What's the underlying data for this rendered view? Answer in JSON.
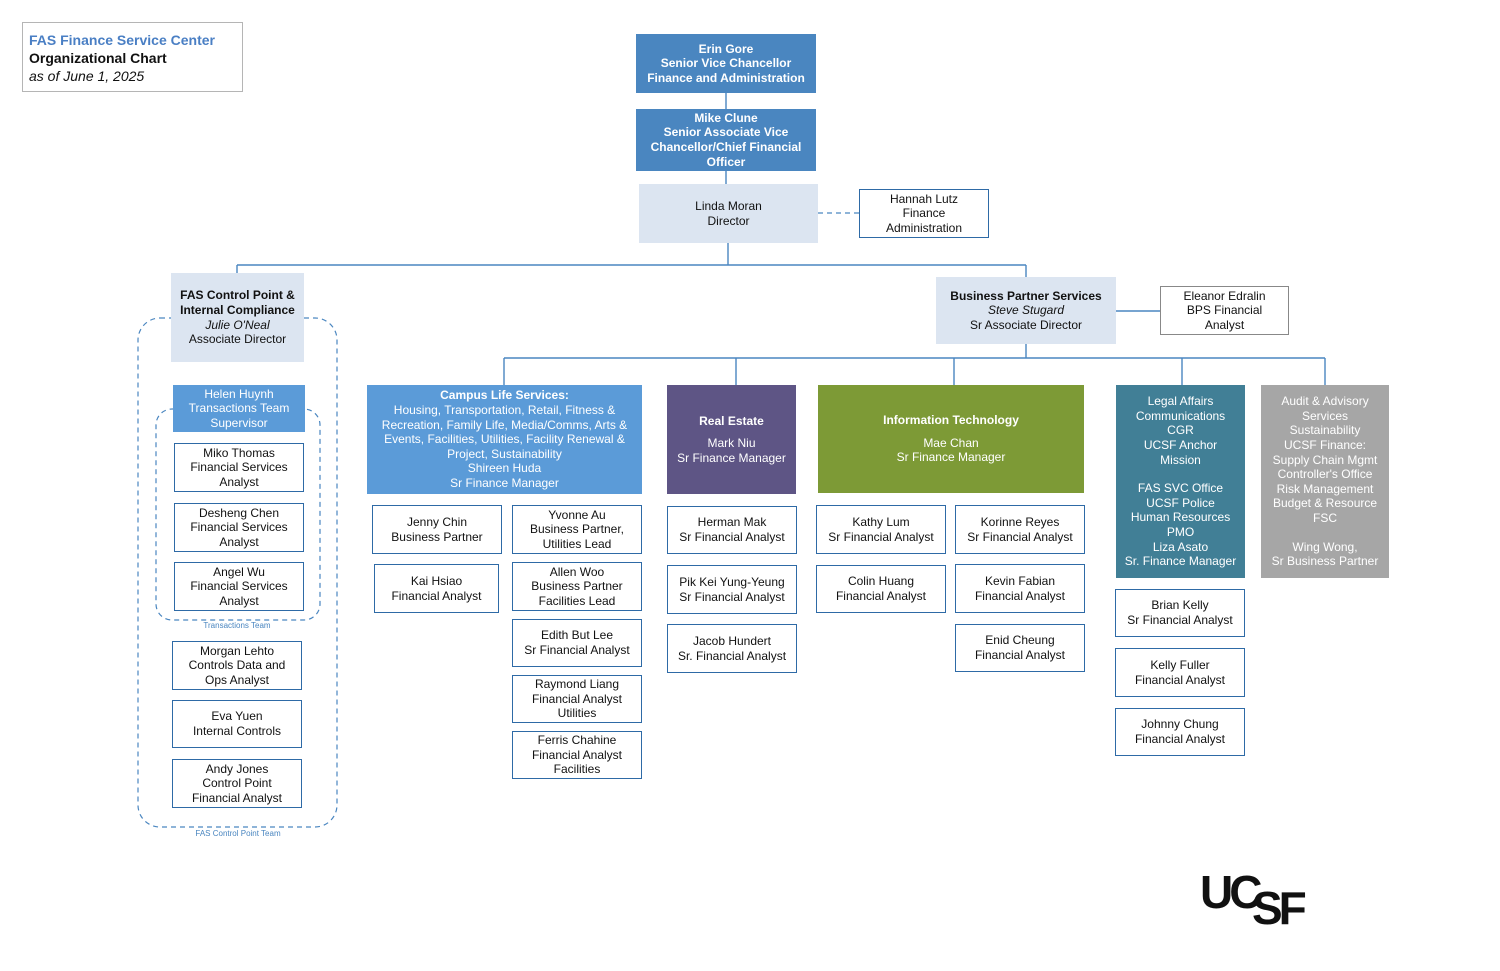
{
  "header": {
    "line1": "FAS Finance Service Center",
    "line2": "Organizational Chart",
    "line3": "as of June 1, 2025"
  },
  "colors": {
    "exec_blue": "#4a86c0",
    "pale_blue": "#dce5f1",
    "campus_blue": "#5b9bd8",
    "real_estate_purple": "#5e5585",
    "it_green": "#7d9a36",
    "legal_teal": "#417f96",
    "audit_gray": "#a6a6a6",
    "connector": "#4a86c0"
  },
  "exec": {
    "svc": [
      "Erin Gore",
      "Senior Vice Chancellor",
      "Finance and Administration"
    ],
    "cfo": [
      "Mike Clune",
      "Senior Associate Vice",
      "Chancellor/Chief Financial",
      "Officer"
    ],
    "director": [
      "Linda Moran",
      "Director"
    ],
    "admin": [
      "Hannah Lutz",
      "Finance",
      "Administration"
    ]
  },
  "control": {
    "head": [
      "FAS Control Point &",
      "Internal Compliance",
      "Julie O'Neal",
      "Associate Director"
    ],
    "supervisor": [
      "Helen Huynh",
      "Transactions Team",
      "Supervisor"
    ],
    "transactions": [
      [
        "Miko Thomas",
        "Financial Services",
        "Analyst"
      ],
      [
        "Desheng Chen",
        "Financial Services",
        "Analyst"
      ],
      [
        "Angel Wu",
        "Financial Services",
        "Analyst"
      ]
    ],
    "transactions_label": "Transactions Team",
    "others": [
      [
        "Morgan Lehto",
        "Controls Data and",
        "Ops Analyst"
      ],
      [
        "Eva Yuen",
        "Internal Controls"
      ],
      [
        "Andy Jones",
        "Control Point",
        "Financial Analyst"
      ]
    ],
    "team_label": "FAS Control Point Team"
  },
  "bps": {
    "head": [
      "Business Partner Services",
      "Steve Stugard",
      "Sr Associate Director"
    ],
    "analyst": [
      "Eleanor Edralin",
      "BPS Financial",
      "Analyst"
    ]
  },
  "campus": {
    "title": "Campus Life Services:",
    "desc": [
      "Housing, Transportation, Retail, Fitness &",
      "Recreation, Family Life, Media/Comms, Arts &",
      "Events, Facilities, Utilities, Facility Renewal &",
      "Project, Sustainability"
    ],
    "name": "Shireen Huda",
    "role": "Sr Finance Manager",
    "col1": [
      [
        "Jenny Chin",
        "Business Partner"
      ],
      [
        "Kai Hsiao",
        "Financial Analyst"
      ]
    ],
    "col2": [
      [
        "Yvonne Au",
        "Business Partner,",
        "Utilities Lead"
      ],
      [
        "Allen Woo",
        "Business Partner",
        "Facilities Lead"
      ],
      [
        "Edith But Lee",
        "Sr Financial Analyst"
      ],
      [
        "Raymond Liang",
        "Financial Analyst",
        "Utilities"
      ],
      [
        "Ferris Chahine",
        "Financial Analyst",
        "Facilities"
      ]
    ]
  },
  "realestate": {
    "title": "Real Estate",
    "name": "Mark Niu",
    "role": "Sr Finance Manager",
    "staff": [
      [
        "Herman Mak",
        "Sr Financial Analyst"
      ],
      [
        "Pik Kei Yung-Yeung",
        "Sr Financial Analyst"
      ],
      [
        "Jacob Hundert",
        "Sr. Financial Analyst"
      ]
    ]
  },
  "it": {
    "title": "Information Technology",
    "name": "Mae Chan",
    "role": "Sr Finance Manager",
    "col1": [
      [
        "Kathy Lum",
        "Sr Financial Analyst"
      ],
      [
        "Colin Huang",
        "Financial Analyst"
      ]
    ],
    "col2": [
      [
        "Korinne Reyes",
        "Sr Financial Analyst"
      ],
      [
        "Kevin Fabian",
        "Financial Analyst"
      ],
      [
        "Enid Cheung",
        "Financial Analyst"
      ]
    ]
  },
  "legal": {
    "lines1": [
      "Legal Affairs",
      "Communications",
      "CGR",
      "UCSF Anchor",
      "Mission"
    ],
    "lines2": [
      "FAS SVC Office",
      "UCSF Police",
      "Human Resources",
      "PMO",
      "Liza Asato",
      "Sr. Finance Manager"
    ],
    "staff": [
      [
        "Brian Kelly",
        "Sr Financial Analyst"
      ],
      [
        "Kelly Fuller",
        "Financial Analyst"
      ],
      [
        "Johnny Chung",
        "Financial Analyst"
      ]
    ]
  },
  "audit": {
    "lines1": [
      "Audit & Advisory",
      "Services",
      "Sustainability",
      "UCSF Finance:",
      "Supply Chain Mgmt",
      "Controller's Office",
      "Risk Management",
      "Budget & Resource",
      "FSC"
    ],
    "lines2": [
      "Wing Wong,",
      "Sr Business Partner"
    ]
  },
  "logo": {
    "text": "UCSF"
  }
}
